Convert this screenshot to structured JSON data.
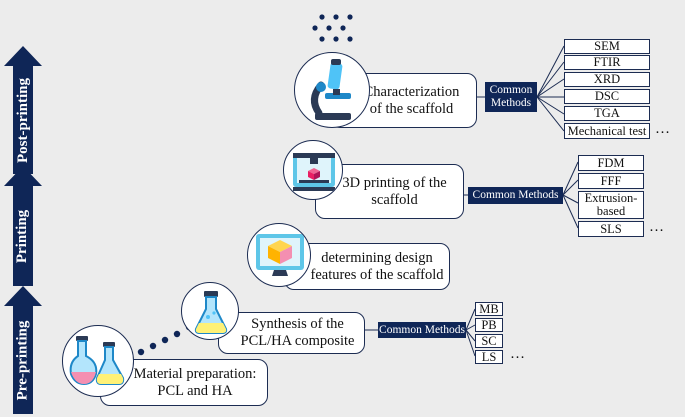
{
  "phases": [
    {
      "label": "Post-printing"
    },
    {
      "label": "Printing"
    },
    {
      "label": "Pre-printing"
    }
  ],
  "steps": [
    {
      "line1": "Characterization",
      "line2": "of the scaffold",
      "icon": "microscope-icon"
    },
    {
      "line1": "3D printing of the",
      "line2": "scaffold",
      "icon": "3d-printer-icon"
    },
    {
      "line1": "determining design",
      "line2": "features of the scaffold",
      "icon": "design-cube-icon"
    },
    {
      "line1": "Synthesis of the",
      "line2": "PCL/HA composite",
      "icon": "flask-icon"
    },
    {
      "line1": "Material preparation:",
      "line2": "PCL and HA",
      "icon": "chemistry-flasks-icon"
    }
  ],
  "common_methods": {
    "characterization": {
      "label_line1": "Common",
      "label_line2": "Methods",
      "items": [
        "SEM",
        "FTIR",
        "XRD",
        "DSC",
        "TGA",
        "Mechanical test"
      ],
      "ellipsis": "…"
    },
    "printing": {
      "label": "Common Methods",
      "items": [
        "FDM",
        "FFF",
        "Extrusion-based",
        "SLS"
      ],
      "ellipsis": "…"
    },
    "synthesis": {
      "label": "Common Methods",
      "items": [
        "MB",
        "PB",
        "SC",
        "LS"
      ],
      "ellipsis": "…"
    }
  },
  "colors": {
    "navy": "#0f2657",
    "background": "#ececec",
    "outline": "#1c2c52"
  }
}
